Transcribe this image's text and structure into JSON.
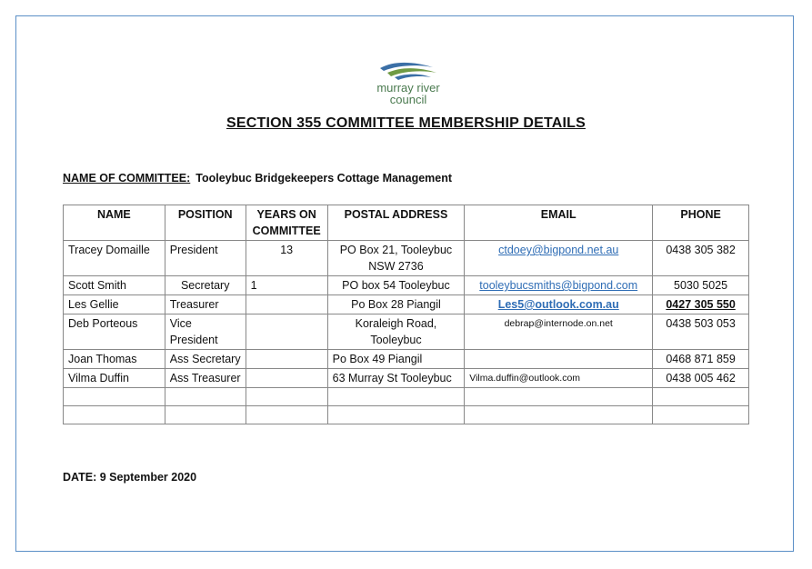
{
  "logo": {
    "line1": "murray river",
    "line2": "council",
    "colors": {
      "blue": "#3b6fa6",
      "green": "#6f9a44"
    }
  },
  "title": "SECTION 355 COMMITTEE MEMBERSHIP DETAILS",
  "committee": {
    "label": "NAME OF COMMITTEE:",
    "value": "Tooleybuc Bridgekeepers Cottage Management"
  },
  "table": {
    "headers": {
      "name": "NAME",
      "position": "POSITION",
      "years": "YEARS ON COMMITTEE",
      "address": "POSTAL ADDRESS",
      "email": "EMAIL",
      "phone": "PHONE"
    },
    "rows": [
      {
        "name": "Tracey Domaille",
        "position": "President",
        "years": "13",
        "address": "PO Box 21, Tooleybuc NSW 2736",
        "email": "ctdoey@bigpond.net.au",
        "phone": "0438 305 382"
      },
      {
        "name": "Scott Smith",
        "position": "Secretary",
        "years": "1",
        "address": "PO box 54 Tooleybuc",
        "email": "tooleybucsmiths@bigpond.com",
        "phone": "5030 5025"
      },
      {
        "name": "Les Gellie",
        "position": "Treasurer",
        "years": "",
        "address": "Po Box 28 Piangil",
        "email": "Les5@outlook.com.au",
        "phone": "0427 305 550"
      },
      {
        "name": "Deb Porteous",
        "position": "Vice President",
        "years": "",
        "address": "Koraleigh Road, Tooleybuc",
        "email": "debrap@internode.on.net",
        "phone": "0438 503 053"
      },
      {
        "name": "Joan Thomas",
        "position": "Ass Secretary",
        "years": "",
        "address": "Po Box 49 Piangil",
        "email": "",
        "phone": "0468 871 859"
      },
      {
        "name": "Vilma Duffin",
        "position": "Ass Treasurer",
        "years": "",
        "address": "63 Murray St Tooleybuc",
        "email": "Vilma.duffin@outlook.com",
        "phone": "0438 005 462"
      }
    ]
  },
  "date": "DATE: 9 September 2020",
  "colors": {
    "border": "#5b8fc7",
    "link": "#2f6db5"
  }
}
